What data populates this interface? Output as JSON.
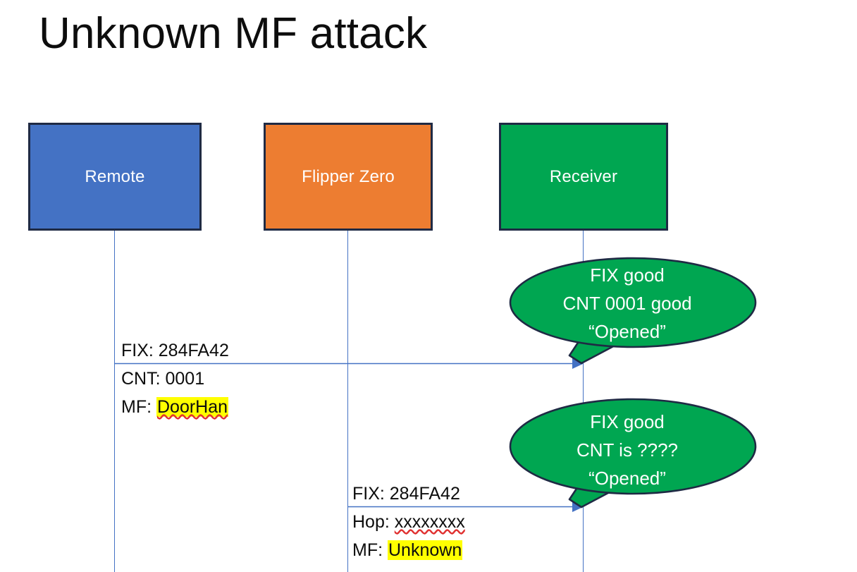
{
  "slide": {
    "title": "Unknown MF attack",
    "background": "#FFFFFF"
  },
  "colors": {
    "remote_blue": "#4472C4",
    "flipper_orange": "#ED7D31",
    "receiver_green": "#00A651",
    "box_border": "#1F2A44",
    "arrow_blue": "#4472C4",
    "highlight_yellow": "#FFFF00",
    "spellcheck_red": "#E03131",
    "text_black": "#0D0D0D",
    "text_white": "#FFFFFF"
  },
  "actors": [
    {
      "id": "remote",
      "label": "Remote",
      "color": "#4472C4"
    },
    {
      "id": "flipper",
      "label": "Flipper Zero",
      "color": "#ED7D31"
    },
    {
      "id": "receiver",
      "label": "Receiver",
      "color": "#00A651"
    }
  ],
  "messages": [
    {
      "id": "message-1",
      "from": "remote",
      "to": "receiver",
      "above_label": "FIX: 284FA42",
      "below_line_1_prefix": "CNT: 0001",
      "below_line_2_prefix": "MF: ",
      "below_line_2_highlight": "DoorHan"
    },
    {
      "id": "message-2",
      "from": "flipper",
      "to": "receiver",
      "above_label": "FIX: 284FA42",
      "below_line_1_prefix": "Hop: ",
      "below_line_1_squiggle": "xxxxxxxx",
      "below_line_2_prefix": "MF: ",
      "below_line_2_highlight": "Unknown"
    }
  ],
  "callouts": [
    {
      "id": "callout-1",
      "target": "message-1",
      "line1": "FIX good",
      "line2": "CNT 0001 good",
      "line3": "“Opened”"
    },
    {
      "id": "callout-2",
      "target": "message-2",
      "line1": "FIX good",
      "line2": "CNT is ????",
      "line3": "“Opened”"
    }
  ]
}
